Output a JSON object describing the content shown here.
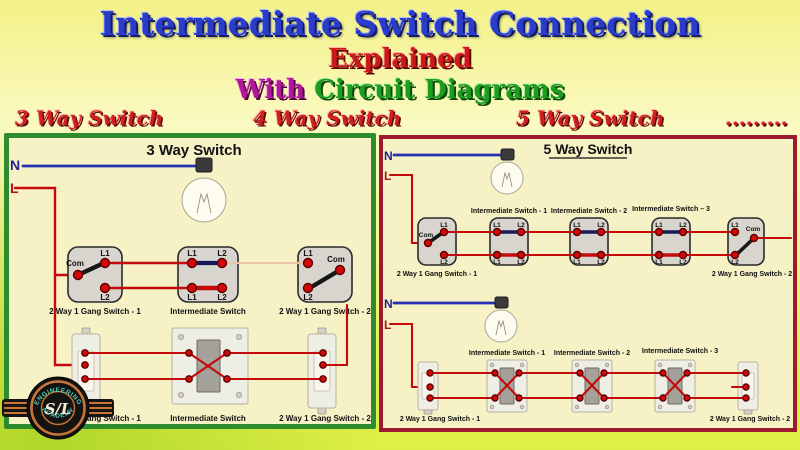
{
  "header": {
    "title": "Intermediate Switch Connection",
    "line2": "Explained",
    "line3_a": "With",
    "line3_b": "Circuit Diagrams",
    "tabs": [
      "3 Way Switch",
      "4 Way Switch",
      "5 Way Switch",
      "........."
    ]
  },
  "labels": {
    "n": "N",
    "l": "L",
    "l1": "L1",
    "l2": "L2",
    "com": "Com"
  },
  "left_panel": {
    "title": "3 Way Switch",
    "circuit_captions": [
      "2 Way 1 Gang Switch - 1",
      "Intermediate Switch",
      "2 Way 1 Gang Switch - 2"
    ],
    "physical_captions": [
      "2 Way 1 Gang Switch - 1",
      "Intermediate Switch",
      "2 Way 1 Gang Switch - 2"
    ]
  },
  "right_panel": {
    "title": "5 Way Switch",
    "circuit": {
      "sw1_caption": "2 Way 1 Gang Switch - 1",
      "is_captions": [
        "Intermediate Switch - 1",
        "Intermediate Switch - 2",
        "Intermediate Switch – 3"
      ],
      "sw2_caption": "2 Way 1 Gang Switch - 2"
    },
    "physical": {
      "sw1_caption": "2 Way 1 Gang Switch - 1",
      "is_captions": [
        "Intermediate Switch - 1",
        "Intermediate Switch - 2",
        "Intermediate Switch - 3"
      ],
      "sw2_caption": "2 Way 1 Gang Switch - 2"
    }
  },
  "logo": {
    "arc_top": "ENGINEERING",
    "arc_bottom": "ACADEMY",
    "monogram": "S/L"
  },
  "colors": {
    "title_blue": "#2b3cc8",
    "heading_red": "#cc1a1a",
    "heading_magenta": "#b01898",
    "heading_green": "#1e9c1e",
    "wire_red": "#c40a0a",
    "neutral_blue": "#2630b4",
    "left_panel_border": "#2e8b2e",
    "right_panel_border": "#9c1b2e",
    "panel_bg": "#f6f2c6"
  }
}
